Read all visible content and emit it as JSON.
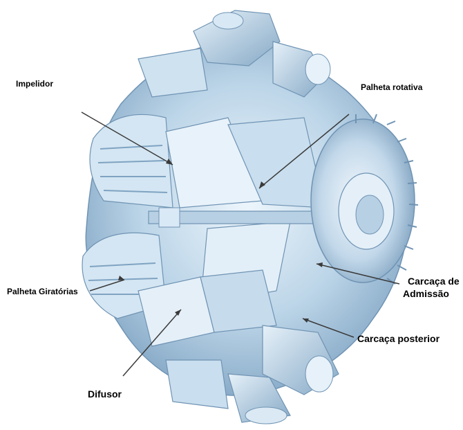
{
  "diagram": {
    "labels": {
      "impelidor": "Impelidor",
      "palheta_rotativa": "Palheta rotativa",
      "palheta_giratorias": "Palheta Giratórias",
      "carcaca_admissao_line1": "Carcaça de",
      "carcaca_admissao_line2": "Admissão",
      "carcaca_posterior": "Carcaça posterior",
      "difusor": "Difusor"
    },
    "colors": {
      "engine_dark": "#6f93b3",
      "engine_mid": "#a9c6dc",
      "engine_light": "#e3f0f9",
      "leader_line": "#3a3a3a"
    }
  }
}
